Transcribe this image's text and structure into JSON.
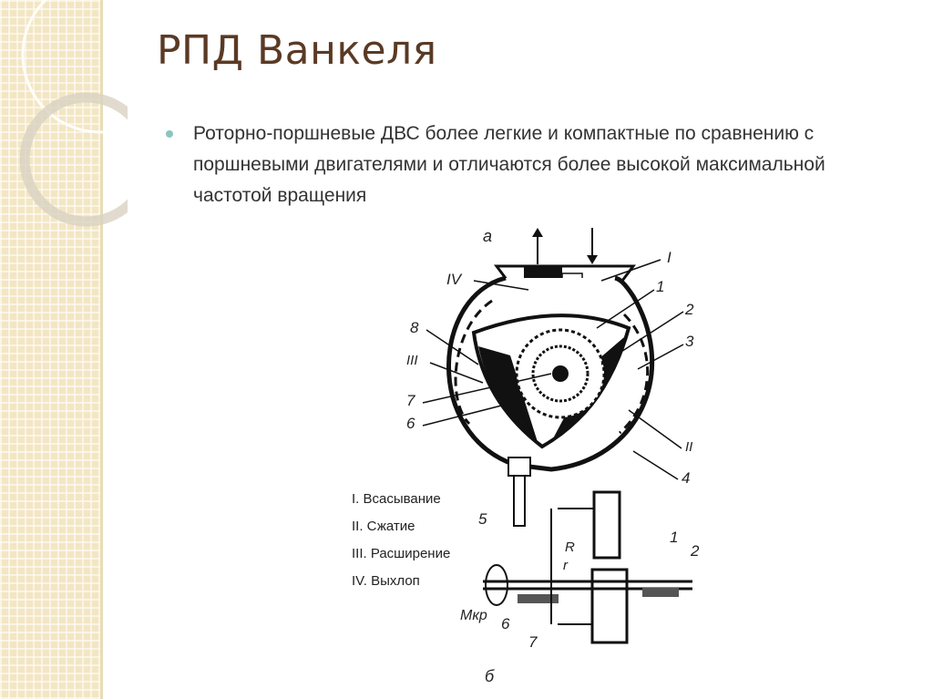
{
  "slide": {
    "title": "РПД Ванкеля",
    "bullets": [
      "Роторно-поршневые ДВС более легкие и компактные по сравнению с поршневыми двигателями и отличаются более высокой максимальной частотой вращения"
    ]
  },
  "figure": {
    "label_a": "а",
    "label_b": "б",
    "callouts": [
      "I",
      "IV",
      "1",
      "2",
      "3",
      "8",
      "III",
      "7",
      "6",
      "II",
      "4",
      "5",
      "1",
      "2",
      "R",
      "r",
      "6",
      "7"
    ],
    "legend": [
      "I. Всасывание",
      "II. Сжатие",
      "III. Расширение",
      "IV. Выхлоп"
    ],
    "torque_label": "Мкр"
  },
  "colors": {
    "title": "#5a3a25",
    "bullet": "#8cc5c0",
    "sidebar": "#f3e6c4"
  }
}
